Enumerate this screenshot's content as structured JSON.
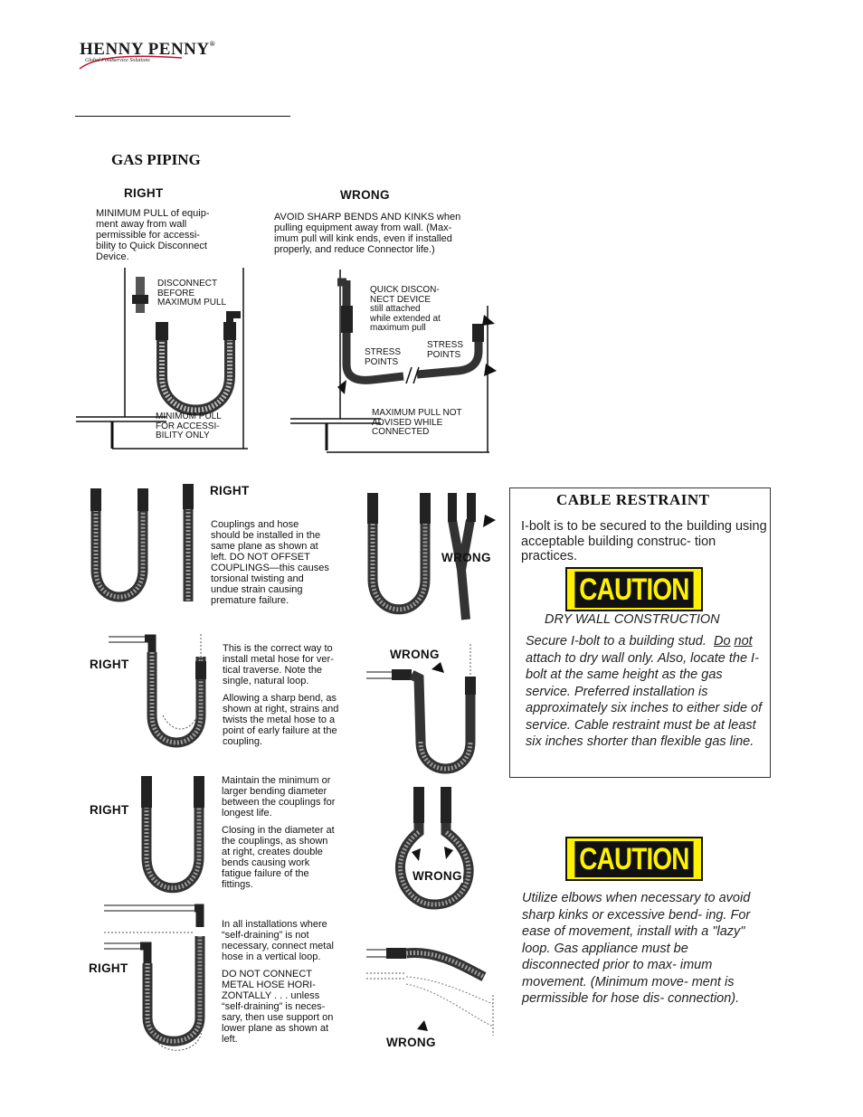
{
  "header": {
    "brand": "HENNY PENNY",
    "reg": "®",
    "tagline": "Global Foodservice Solutions"
  },
  "section_title": "GAS PIPING",
  "top": {
    "right_label": "RIGHT",
    "right_text": [
      "MINIMUM PULL of equip-",
      "ment away from wall",
      "permissible for accessi-",
      "bility to Quick Disconnect",
      "Device."
    ],
    "right_disconnect": [
      "DISCONNECT",
      "BEFORE",
      "MAXIMUM  PULL"
    ],
    "right_min_pull": [
      "MINIMUM PULL",
      "FOR ACCESSI-",
      "BILITY ONLY"
    ],
    "wrong_label": "WRONG",
    "wrong_text": [
      "AVOID SHARP BENDS AND KINKS when",
      "pulling equipment away from wall. (Max-",
      "imum pull will kink ends, even if installed",
      "properly, and reduce Connector life.)"
    ],
    "wrong_quick": [
      "QUICK DISCON-",
      "NECT DEVICE",
      "still attached",
      "while extended at",
      "maximum pull"
    ],
    "stress_left": [
      "STRESS",
      "POINTS"
    ],
    "stress_right": [
      "STRESS",
      "POINTS"
    ],
    "wrong_max_pull": [
      "MAXIMUM PULL NOT",
      "ADVISED WHILE",
      "CONNECTED"
    ]
  },
  "couplings": {
    "right_label": "RIGHT",
    "text": [
      "Couplings and hose",
      "should be installed in the",
      "same plane as shown at",
      "left. DO NOT OFFSET",
      "COUPLINGS—this causes",
      "torsional twisting and",
      "undue strain causing",
      "premature failure."
    ],
    "wrong_label": "WRONG"
  },
  "vertical": {
    "right_label": "RIGHT",
    "text1": [
      "This is the correct way to",
      "install metal hose for ver-",
      "tical traverse. Note the",
      "single, natural loop."
    ],
    "text2": [
      "Allowing a sharp bend, as",
      "shown at right, strains and",
      "twists the metal hose to a",
      "point of early failure at the",
      "coupling."
    ],
    "wrong_label": "WRONG"
  },
  "diameter": {
    "right_label": "RIGHT",
    "text1": [
      "Maintain the minimum or",
      "larger bending diameter",
      "between the couplings for",
      "longest life."
    ],
    "text2": [
      "Closing in the diameter at",
      "the couplings, as shown",
      "at right, creates double",
      "bends causing work",
      "fatigue failure of the",
      "fittings."
    ],
    "wrong_label": "WRONG"
  },
  "horizontal": {
    "right_label": "RIGHT",
    "text1": [
      "In all installations where",
      "“self-draining” is not",
      "necessary, connect metal",
      "hose in a vertical loop."
    ],
    "text2": [
      "DO NOT CONNECT",
      "METAL HOSE HORI-",
      "ZONTALLY . . . unless",
      "“self-draining” is neces-",
      "sary, then use support on",
      "lower plane as shown at",
      "left."
    ],
    "wrong_label": "WRONG"
  },
  "cable": {
    "title": "CABLE RESTRAINT",
    "text": "I-bolt is to be secured to the building using acceptable building construc- tion practices.",
    "caution": "CAUTION",
    "drywall": "DRY WALL CONSTRUCTION",
    "lead": "Secure I-bolt to a building stud.",
    "do": "Do",
    "not": "not",
    "rest": "attach to dry wall only.  Also, locate the I-bolt at the same height as the gas service.  Preferred installation is approximately six inches to either side of service.  Cable restraint must be at least six inches shorter than flexible gas line."
  },
  "caution2": {
    "caution": "CAUTION",
    "text": "Utilize elbows when necessary to avoid sharp kinks or excessive bend- ing.  For ease of movement, install with a \"lazy\" loop.  Gas appliance must be disconnected prior to max- imum movement.  (Minimum move- ment is permissible for hose dis- connection)."
  }
}
